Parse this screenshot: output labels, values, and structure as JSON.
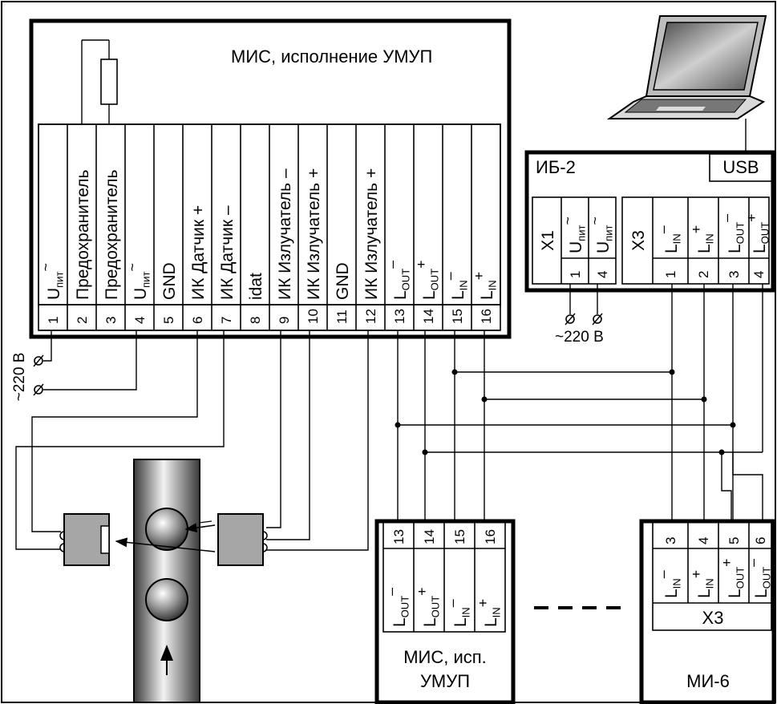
{
  "main_block": {
    "title": "МИС, исполнение УМУП",
    "pins": [
      {
        "num": "1",
        "label": "U",
        "sub": "пит",
        "sup": "~"
      },
      {
        "num": "2",
        "label": "Предохранитель"
      },
      {
        "num": "3",
        "label": "Предохранитель"
      },
      {
        "num": "4",
        "label": "U",
        "sub": "пит",
        "sup": "~"
      },
      {
        "num": "5",
        "label": "GND"
      },
      {
        "num": "6",
        "label": "ИК Датчик +"
      },
      {
        "num": "7",
        "label": "ИК Датчик –"
      },
      {
        "num": "8",
        "label": "idat"
      },
      {
        "num": "9",
        "label": "ИК Излучатель –"
      },
      {
        "num": "10",
        "label": "ИК Излучатель +"
      },
      {
        "num": "11",
        "label": "GND"
      },
      {
        "num": "12",
        "label": "ИК Излучатель +"
      },
      {
        "num": "13",
        "label": "L",
        "sub": "OUT",
        "sup": "–"
      },
      {
        "num": "14",
        "label": "L",
        "sub": "OUT",
        "sup": "+"
      },
      {
        "num": "15",
        "label": "L",
        "sub": "IN",
        "sup": "–"
      },
      {
        "num": "16",
        "label": "L",
        "sub": "IN",
        "sup": "+"
      }
    ]
  },
  "ib2": {
    "title": "ИБ-2",
    "usb_label": "USB",
    "x1_label": "X1",
    "x1_pins": [
      {
        "num": "1",
        "label": "U",
        "sub": "пит",
        "sup": "~"
      },
      {
        "num": "4",
        "label": "U",
        "sub": "пит",
        "sup": "~"
      }
    ],
    "x3_label": "X3",
    "x3_pins": [
      {
        "num": "1",
        "label": "L",
        "sub": "IN",
        "sup": "–"
      },
      {
        "num": "2",
        "label": "L",
        "sub": "IN",
        "sup": "+"
      },
      {
        "num": "3",
        "label": "L",
        "sub": "OUT",
        "sup": "–"
      },
      {
        "num": "4",
        "label": "L",
        "sub": "OUT",
        "sup": "+"
      }
    ],
    "voltage": "~220 В"
  },
  "main_voltage": "~220 В",
  "mis_small": {
    "title_line1": "МИС, исп.",
    "title_line2": "УМУП",
    "pins": [
      {
        "num": "13",
        "label": "L",
        "sub": "OUT",
        "sup": "–"
      },
      {
        "num": "14",
        "label": "L",
        "sub": "OUT",
        "sup": "+"
      },
      {
        "num": "15",
        "label": "L",
        "sub": "IN",
        "sup": "–"
      },
      {
        "num": "16",
        "label": "L",
        "sub": "IN",
        "sup": "+"
      }
    ]
  },
  "mi6": {
    "title": "МИ-6",
    "x3_label": "X3",
    "pins": [
      {
        "num": "3",
        "label": "L",
        "sub": "IN",
        "sup": "–"
      },
      {
        "num": "4",
        "label": "L",
        "sub": "IN",
        "sup": "+"
      },
      {
        "num": "5",
        "label": "L",
        "sub": "OUT",
        "sup": "+"
      },
      {
        "num": "6",
        "label": "L",
        "sub": "OUT",
        "sup": "–"
      }
    ]
  },
  "colors": {
    "line": "#000000",
    "sensor_fill": "#a6a6a6",
    "background": "#ffffff"
  },
  "icons": [
    "laptop-icon",
    "fuse-icon",
    "terminal-symbol-icon",
    "ir-sensor-icon",
    "ir-emitter-icon",
    "conveyor-tube-icon",
    "ball-icon",
    "direction-arrow-icon"
  ]
}
